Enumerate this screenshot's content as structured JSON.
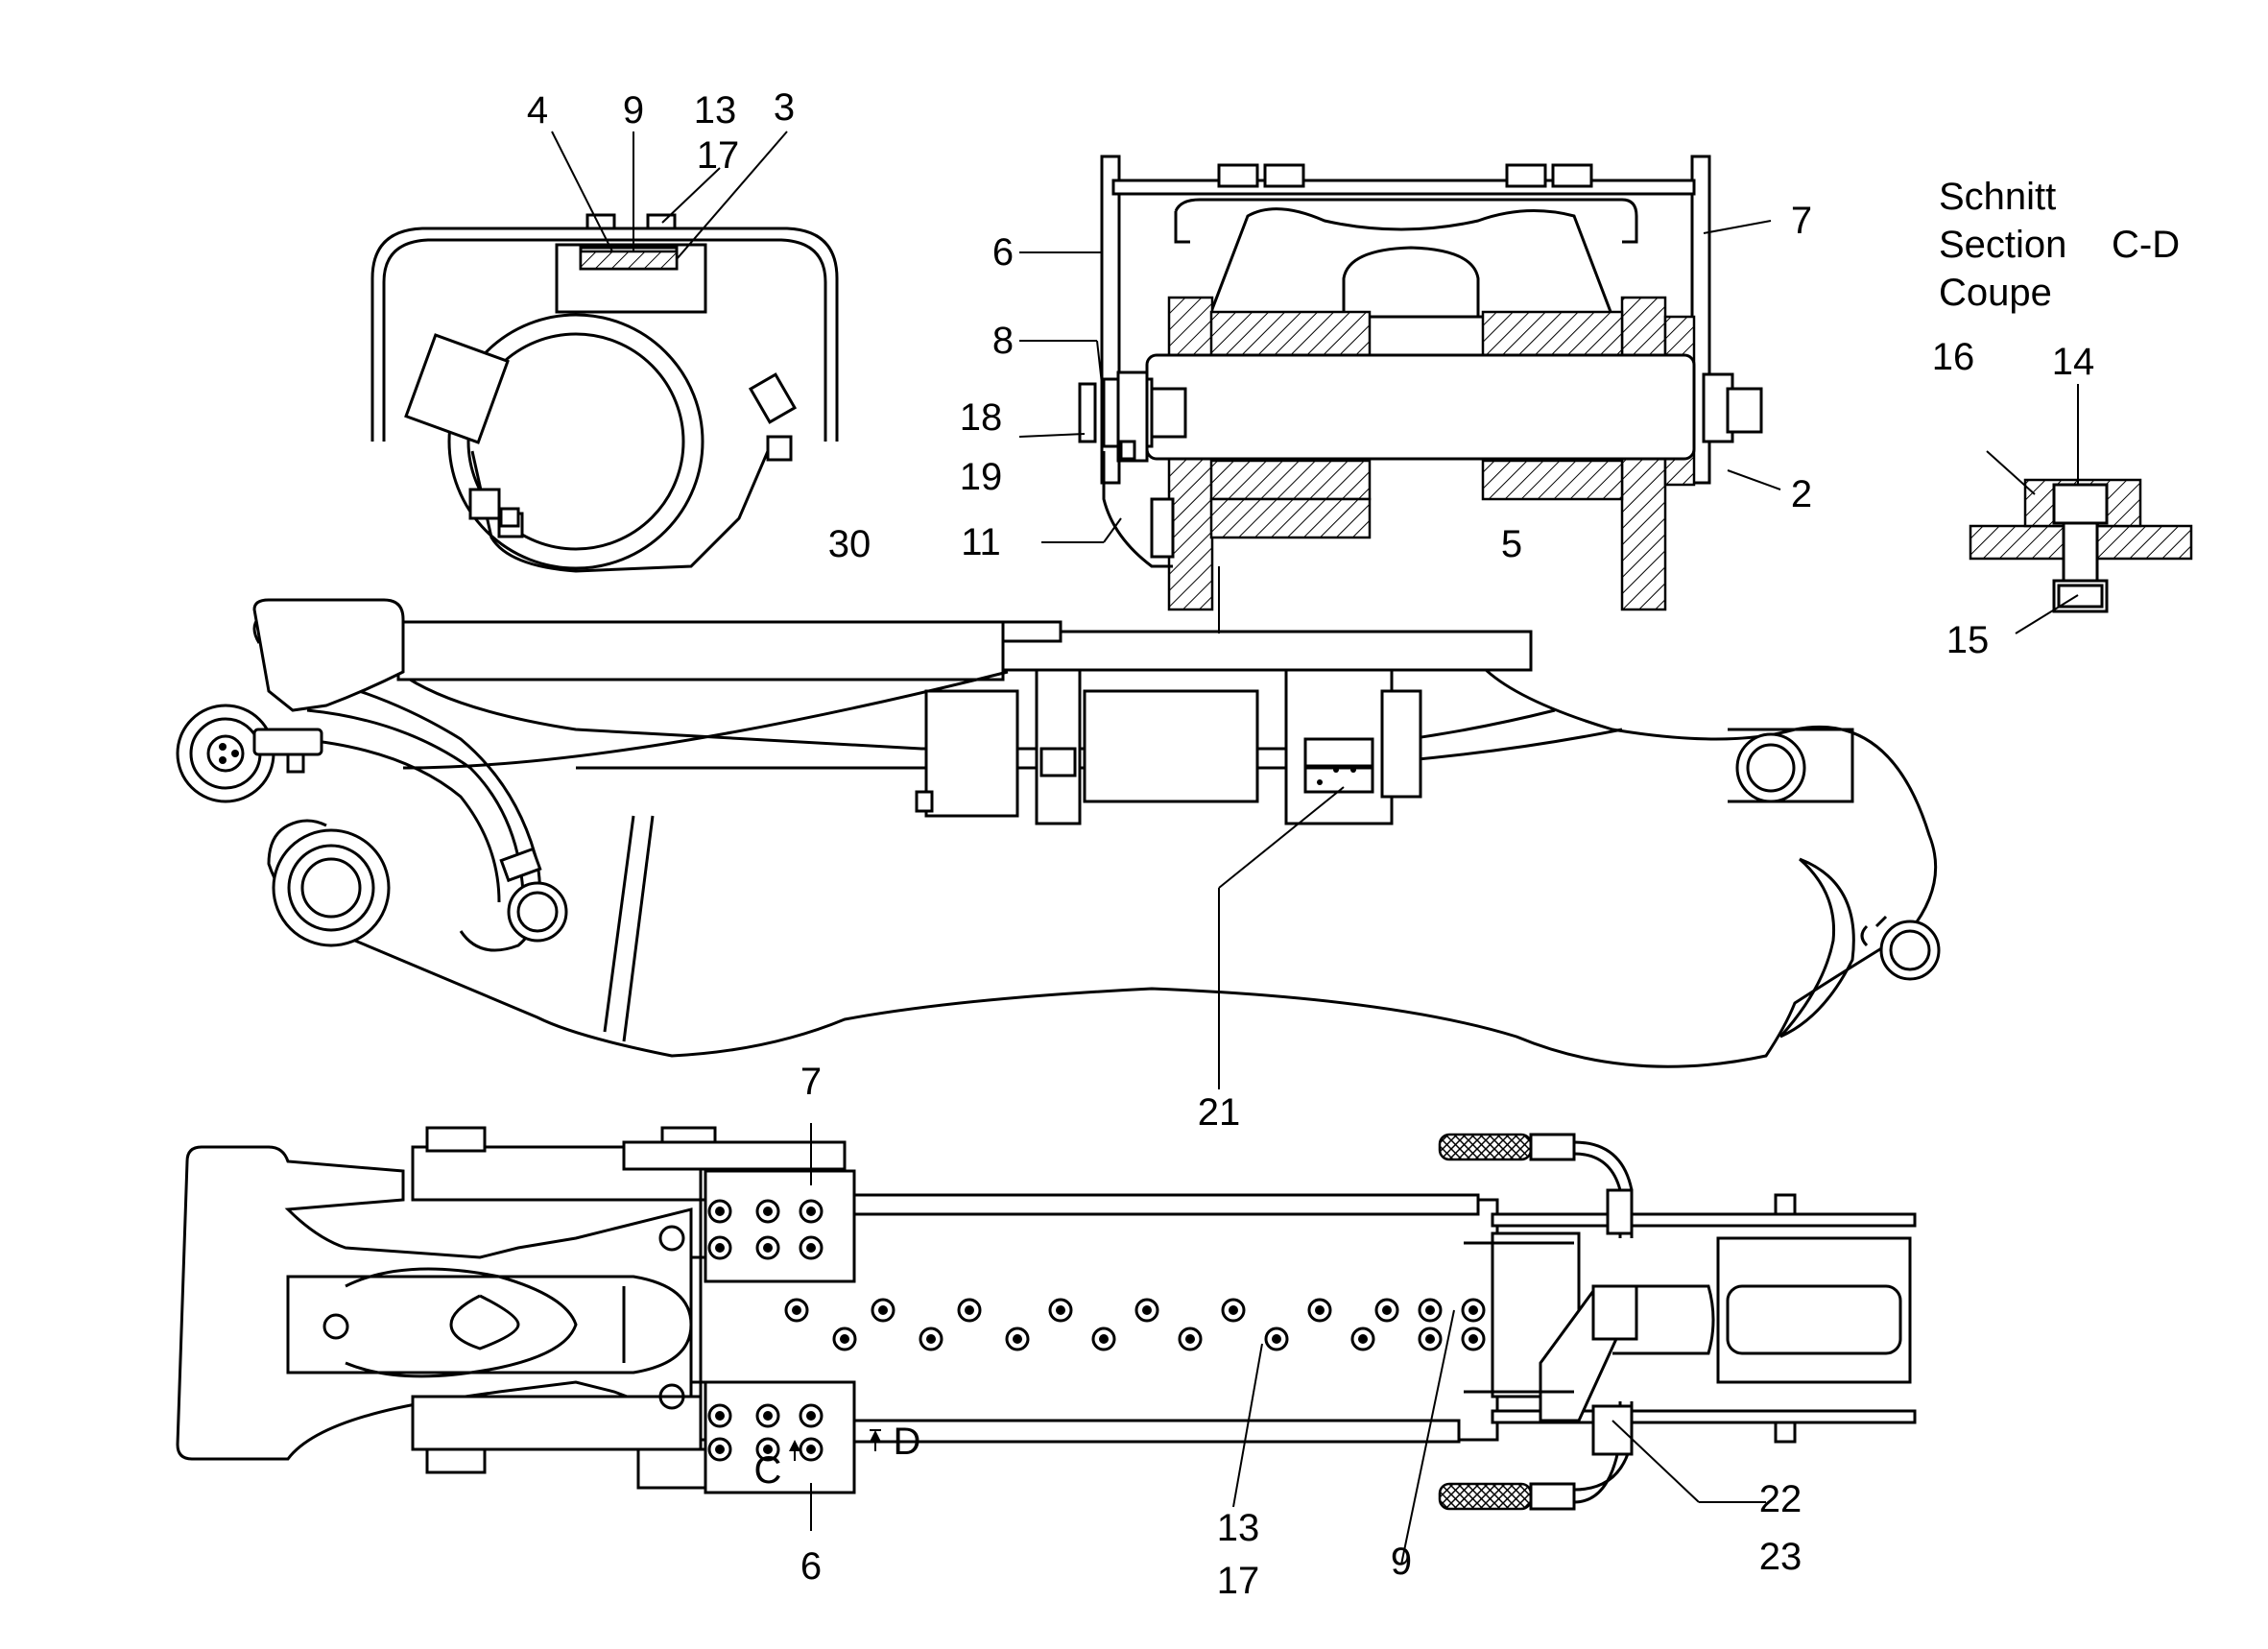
{
  "section_label": {
    "line1": "Schnitt",
    "line2": "Section",
    "line3": "Coupe",
    "id": "C-D"
  },
  "callouts": {
    "top_left_view": [
      "4",
      "9",
      "13",
      "3",
      "17"
    ],
    "end_view": [
      "6",
      "8",
      "18",
      "19",
      "11",
      "7",
      "2"
    ],
    "side_view": [
      "30",
      "5",
      "21"
    ],
    "section_view": [
      "16",
      "14",
      "15"
    ],
    "plan_view": [
      "7",
      "6",
      "13",
      "17",
      "9",
      "22",
      "23"
    ]
  },
  "section_markers": {
    "c": "C",
    "d": "D"
  }
}
